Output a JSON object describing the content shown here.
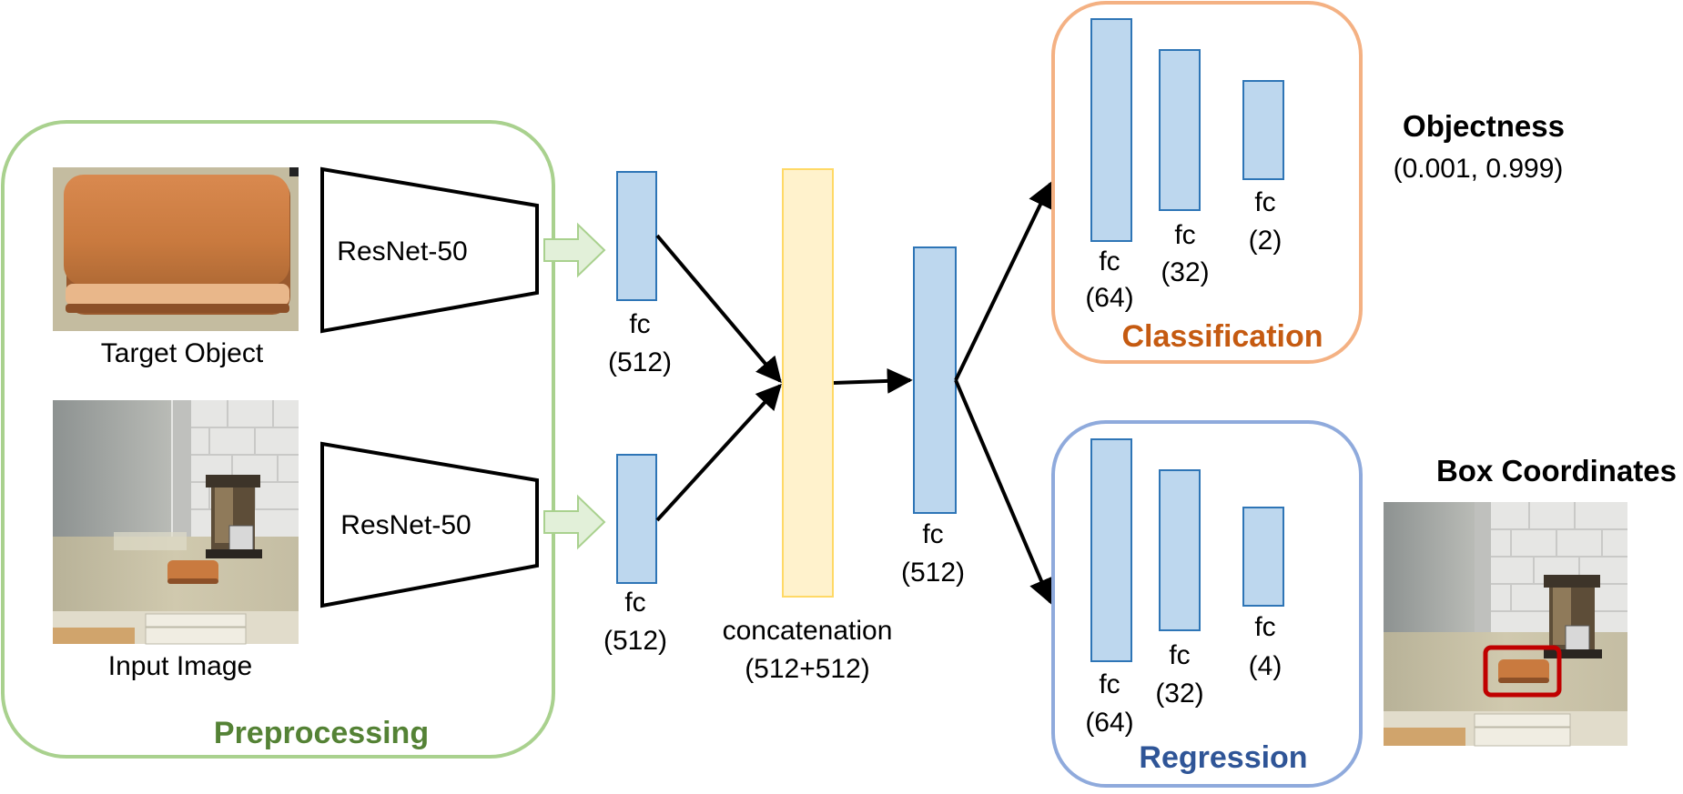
{
  "preprocessing": {
    "title": "Preprocessing",
    "target_label": "Target Object",
    "input_label": "Input Image",
    "encoder_top": "ResNet-50",
    "encoder_bottom": "ResNet-50"
  },
  "fc_top": {
    "name": "fc",
    "size": "(512)"
  },
  "fc_bottom": {
    "name": "fc",
    "size": "(512)"
  },
  "concat": {
    "name": "concatenation",
    "size": "(512+512)"
  },
  "fc_mid": {
    "name": "fc",
    "size": "(512)"
  },
  "classification": {
    "title": "Classification",
    "layers": [
      {
        "name": "fc",
        "size": "(64)"
      },
      {
        "name": "fc",
        "size": "(32)"
      },
      {
        "name": "fc",
        "size": "(2)"
      }
    ]
  },
  "regression": {
    "title": "Regression",
    "layers": [
      {
        "name": "fc",
        "size": "(64)"
      },
      {
        "name": "fc",
        "size": "(32)"
      },
      {
        "name": "fc",
        "size": "(4)"
      }
    ]
  },
  "outputs": {
    "objectness_title": "Objectness",
    "objectness_value": "(0.001, 0.999)",
    "box_title": "Box Coordinates"
  },
  "colors": {
    "preprocessing": "#a9d18e",
    "preprocessing_title": "#548235",
    "classification": "#f4b183",
    "classification_title": "#c55a11",
    "regression": "#8faadc",
    "regression_title": "#2f5597",
    "fc_fill": "#bdd7ee",
    "fc_stroke": "#2e75b6",
    "concat_fill": "#fff2cc",
    "concat_stroke": "#ffd966"
  }
}
